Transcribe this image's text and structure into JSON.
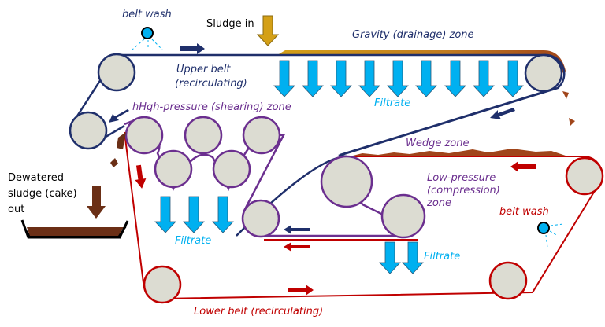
{
  "title": "Belt filter press schematic",
  "colors": {
    "upper_belt": "#1f2f6b",
    "lower_belt": "#c00000",
    "pressure_belt": "#6b2f8f",
    "filtrate": "#00b0f0",
    "sludge_in": "#d4a017",
    "cake": "#8b3a1a",
    "roller_fill": "#dcdcd2"
  },
  "labels": {
    "belt_wash_top": "belt wash",
    "sludge_in": "Sludge in",
    "gravity_zone": "Gravity (drainage) zone",
    "upper_belt_line1": "Upper belt",
    "upper_belt_line2": "(recirculating)",
    "filtrate_top": "Filtrate",
    "high_pressure_zone": "hHgh-pressure (shearing) zone",
    "wedge_zone": "Wedge zone",
    "low_pressure_line1": "Low-pressure",
    "low_pressure_line2": "(compression)",
    "low_pressure_line3": "zone",
    "belt_wash_bottom": "belt wash",
    "filtrate_middle": "Filtrate",
    "filtrate_right": "Filtrate",
    "dewatered_line1": "Dewatered",
    "dewatered_line2": "sludge (cake)",
    "dewatered_line3": "out",
    "lower_belt": "Lower belt (recirculating)"
  },
  "icons": {
    "belt_wash_nozzle": "spray-nozzle-icon",
    "flow_arrow": "arrow-icon",
    "roller": "roller-icon",
    "cake_tray": "tray-icon"
  }
}
